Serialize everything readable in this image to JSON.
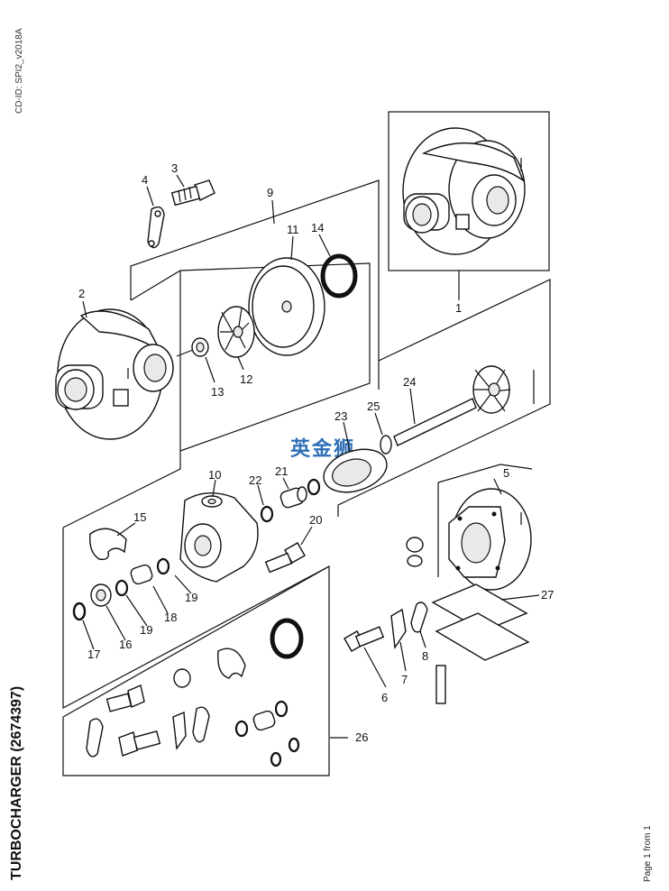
{
  "doc_id": "CD-ID: SPI2_v2018A",
  "title": "TURBOCHARGER (2674397)",
  "page_label": "Page 1 from 1",
  "watermark": "英金狮",
  "callouts": {
    "c1": "1",
    "c2": "2",
    "c3": "3",
    "c4": "4",
    "c5": "5",
    "c6": "6",
    "c7": "7",
    "c8": "8",
    "c9": "9",
    "c10": "10",
    "c11": "11",
    "c12": "12",
    "c13": "13",
    "c14": "14",
    "c15": "15",
    "c16": "16",
    "c17": "17",
    "c18": "18",
    "c19a": "19",
    "c19b": "19",
    "c20": "20",
    "c21": "21",
    "c22": "22",
    "c23": "23",
    "c24": "24",
    "c25": "25",
    "c26": "26",
    "c27": "27"
  }
}
